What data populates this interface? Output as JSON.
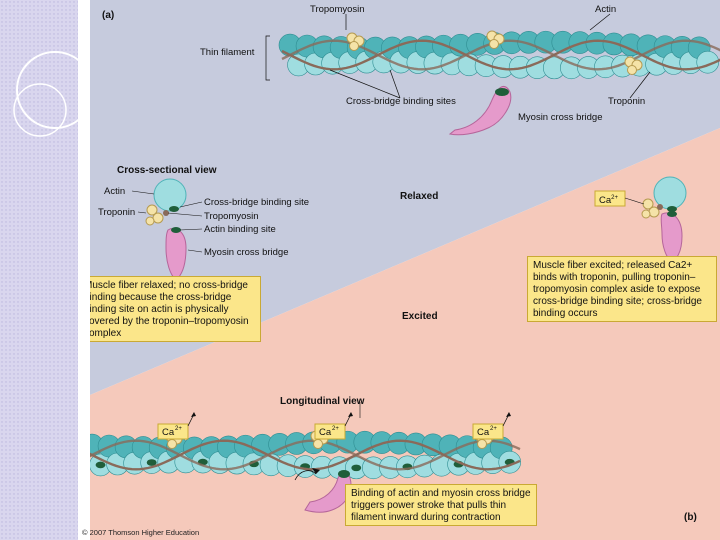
{
  "figure": {
    "part_a": "(a)",
    "part_b": "(b)",
    "labels": {
      "tropomyosin_top": "Tropomyosin",
      "actin_top": "Actin",
      "thin_filament": "Thin filament",
      "cross_bridge_binding_sites": "Cross-bridge binding sites",
      "troponin_top": "Troponin",
      "myosin_cross_bridge_top": "Myosin cross bridge",
      "cross_sectional_view": "Cross-sectional view",
      "actin_cs": "Actin",
      "troponin_cs": "Troponin",
      "cross_bridge_binding_site": "Cross-bridge binding site",
      "tropomyosin_cs": "Tropomyosin",
      "actin_binding_site": "Actin binding site",
      "myosin_cross_bridge_cs": "Myosin cross bridge",
      "relaxed": "Relaxed",
      "excited": "Excited",
      "longitudinal_view": "Longitudinal view",
      "ca": "Ca",
      "ca_superscript": "2+"
    },
    "callouts": {
      "relaxed": "Muscle fiber relaxed; no cross-bridge binding because the cross-bridge binding site on actin is physically covered by the troponin–tropomyosin complex",
      "excited": "Muscle fiber excited; released Ca2+ binds with troponin, pulling troponin–tropomyosin complex aside to expose cross-bridge binding site; cross-bridge binding occurs",
      "binding": "Binding of actin and myosin cross bridge triggers power stroke that pulls thin filament inward during contraction"
    },
    "copyright": "© 2007 Thomson Higher Education"
  },
  "colors": {
    "sidebar": "#d9d6ee",
    "panel_blue": "#c6cbdd",
    "panel_pink": "#f5c9bb",
    "actin_bead": "#4fb3b8",
    "actin_bead_light": "#9fdde0",
    "tropomyosin": "#8a6a5a",
    "troponin": "#f5e3a8",
    "binding_site": "#1f5e3a",
    "myosin": "#e59acb",
    "callout_fill": "#fbe68a"
  }
}
